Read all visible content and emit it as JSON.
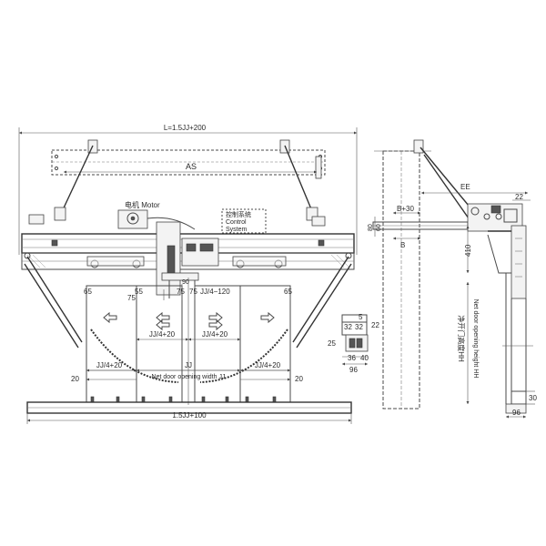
{
  "front_view": {
    "overall_width": "L=1.5JJ+200",
    "as": "AS",
    "motor_label": "电机 Motor",
    "control_cn": "控制系统",
    "control_en1": "Control",
    "control_en2": "System",
    "dim_65_left": "65",
    "dim_55": "55",
    "dim_75_a": "75",
    "dim_90": "90",
    "dim_75_b": "75",
    "dim_75_c": "75",
    "dim_jj4_120": "JJ/4−120",
    "dim_65_right": "65",
    "dim_jj4_20_ctr_left": "JJ/4+20",
    "dim_jj4_20_ctr_right": "JJ/4+20",
    "dim_20_left": "20",
    "dim_jj4_20_left": "JJ/4+20",
    "dim_jj": "JJ",
    "dim_jj4_20_right": "JJ/4+20",
    "dim_20_right": "20",
    "net_width": "Net door opening width JJ",
    "sill_width": "1.5JJ+100"
  },
  "section_detail": {
    "dim_5": "5",
    "dim_32_a": "32",
    "dim_32_b": "32",
    "dim_22": "22",
    "dim_25": "25",
    "dim_36": "36",
    "dim_40": "40",
    "dim_96": "96"
  },
  "side_view": {
    "ee": "EE",
    "dim_22": "22",
    "b_plus_30": "B+30",
    "dim_80": "80",
    "dim_60": "60",
    "b": "B",
    "dim_410": "410",
    "net_height_cn": "净开门高度HH",
    "net_height_en": "Net door opening height HH",
    "dim_30": "30",
    "dim_96": "96"
  }
}
